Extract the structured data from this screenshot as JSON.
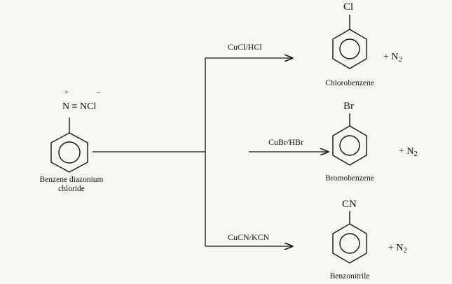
{
  "reactant": {
    "charge_plus": "+",
    "charge_minus": "–",
    "group": "N ≡ NCl",
    "name_line1": "Benzene diazonium",
    "name_line2": "chloride"
  },
  "reactions": [
    {
      "reagent": "CuCl/HCl",
      "substituent": "Cl",
      "product": "Chlorobenzene",
      "byproduct": "+ N",
      "byproduct_sub": "2"
    },
    {
      "reagent": "CuBr/HBr",
      "substituent": "Br",
      "product": "Bromobenzene",
      "byproduct": "+ N",
      "byproduct_sub": "2"
    },
    {
      "reagent": "CuCN/KCN",
      "substituent": "CN",
      "product": "Benzonitrile",
      "byproduct": "+ N",
      "byproduct_sub": "2"
    }
  ]
}
